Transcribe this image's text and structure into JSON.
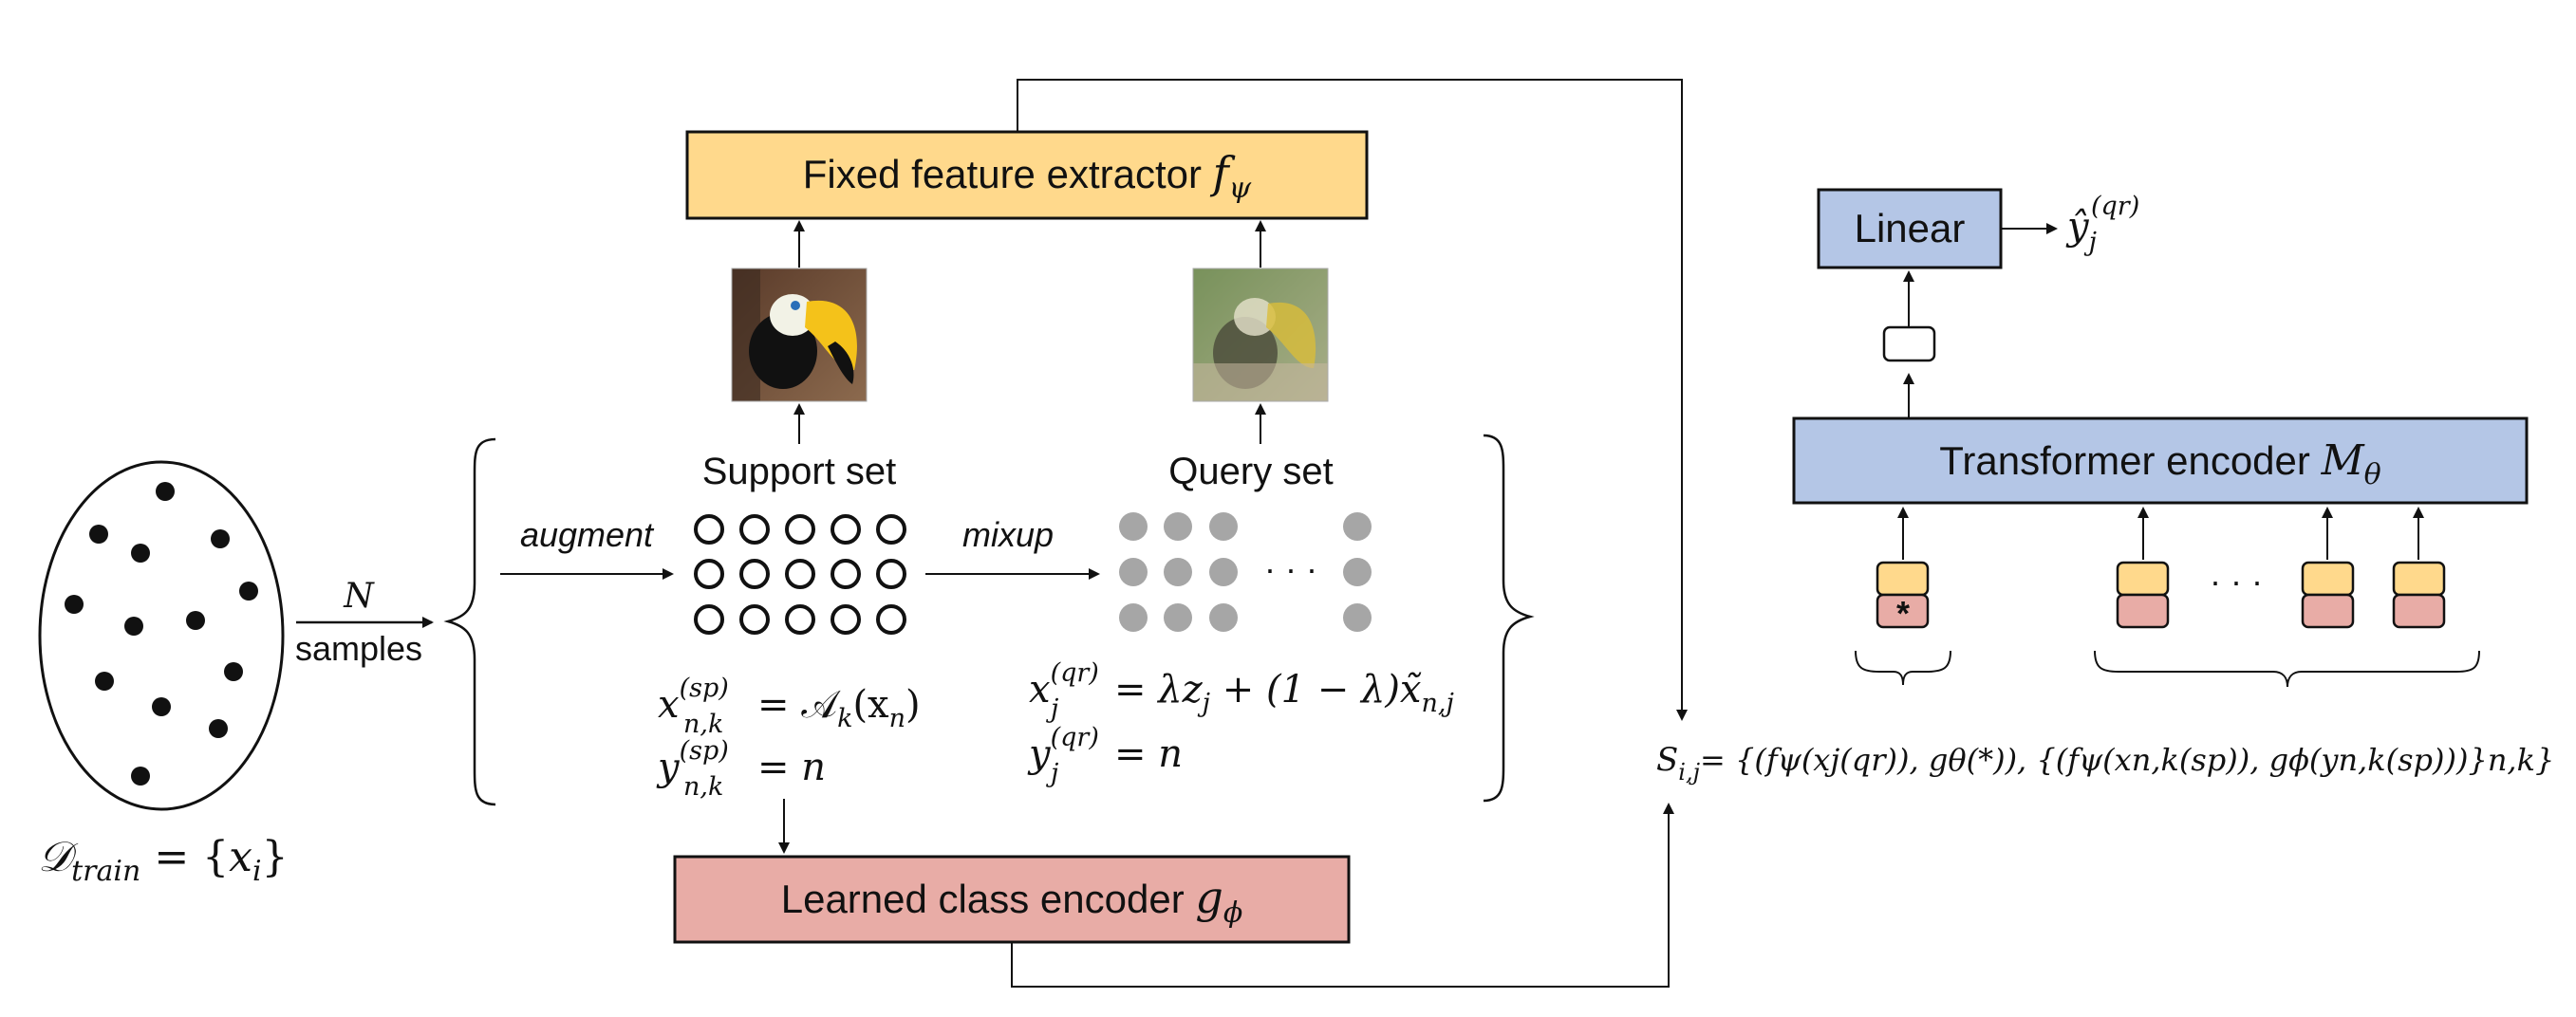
{
  "dataset": {
    "label": "𝒟",
    "sub": "train",
    "rest": " = {",
    "x": "x",
    "xsub": "i",
    "close": "}"
  },
  "sampling": {
    "n_label": "N",
    "samples_label": "samples"
  },
  "augment_label": "augment",
  "mixup_label": "mixup",
  "support": {
    "title": "Support set",
    "eq1": {
      "lhs": "x",
      "sup": "(sp)",
      "sub": "n,k",
      "rhs": "= 𝒜",
      "rhs_sub": "k",
      "rhs_tail": "(x",
      "rhs_tail_sub": "n",
      "rhs_close": ")"
    },
    "eq2": {
      "lhs": "y",
      "sup": "(sp)",
      "sub": "n,k",
      "rhs": "= n"
    }
  },
  "query": {
    "title": "Query set",
    "dots": "· · ·",
    "eq1": {
      "lhs": "x",
      "sup": "(qr)",
      "sub": "j",
      "rhs": "= λz",
      "rhs_sub": "j",
      "rhs_tail": " + (1 − λ)x̃",
      "rhs_tail_sub": "n,j"
    },
    "eq2": {
      "lhs": "y",
      "sup": "(qr)",
      "sub": "j",
      "rhs": "= n"
    }
  },
  "feature_extractor": {
    "label": "Fixed feature extractor ",
    "sym": "f",
    "sym_sub": "ψ"
  },
  "class_encoder": {
    "label": "Learned class encoder ",
    "sym": "g",
    "sym_sub": "ϕ"
  },
  "transformer": {
    "label": "Transformer encoder ",
    "sym": "M",
    "sym_sub": "θ",
    "dots": "· · ·",
    "star": "*"
  },
  "linear": {
    "label": "Linear",
    "out": "ŷ",
    "out_sub": "j",
    "out_sup": "(qr)"
  },
  "set_formula": "S",
  "set_formula_sub": "i,j",
  "set_formula_body": "= {(fψ(xj(qr)), gθ(*)), {(fψ(xn,k(sp)), gϕ(yn,k(sp)))}n,k}",
  "colors": {
    "feature_fill": "#FFD98C",
    "class_fill": "#E8ACA6",
    "transformer_fill": "#B4C6E6",
    "support_dot": "#ffffff",
    "query_dot": "#A6A6A6"
  },
  "icons": {
    "support_image": "toucan-photo",
    "query_image": "mixed-toucan-photo"
  }
}
